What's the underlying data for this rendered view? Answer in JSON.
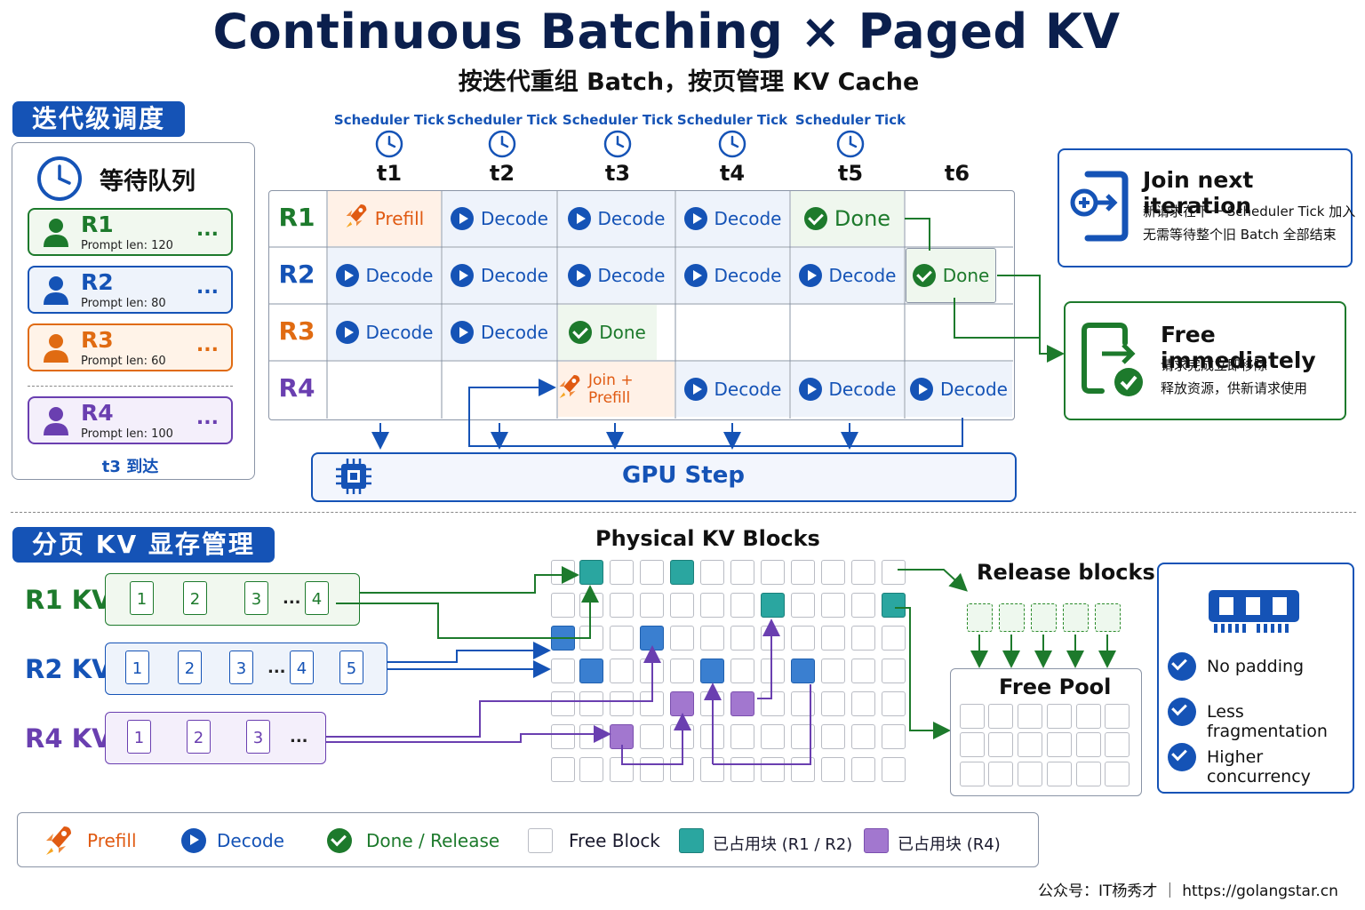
{
  "header": {
    "title": "Continuous Batching × Paged KV",
    "subtitle": "按迭代重组 Batch，按页管理 KV Cache"
  },
  "section1": {
    "label": "迭代级调度"
  },
  "section2": {
    "label": "分页 KV 显存管理"
  },
  "queue": {
    "title": "等待队列",
    "requests": [
      {
        "id": "R1",
        "prompt": "Prompt len: 120",
        "color": "#1d7a2c"
      },
      {
        "id": "R2",
        "prompt": "Prompt len: 80",
        "color": "#1553b6"
      },
      {
        "id": "R3",
        "prompt": "Prompt len: 60",
        "color": "#e06b12"
      },
      {
        "id": "R4",
        "prompt": "Prompt len: 100",
        "color": "#6a3fb0"
      }
    ],
    "arrival": "t3 到达",
    "dots": "..."
  },
  "ticks": {
    "label": "Scheduler Tick",
    "times": [
      "t1",
      "t2",
      "t3",
      "t4",
      "t5",
      "t6"
    ]
  },
  "grid": {
    "rows": [
      {
        "id": "R1",
        "color": "#1d7a2c"
      },
      {
        "id": "R2",
        "color": "#1553b6"
      },
      {
        "id": "R3",
        "color": "#e06b12"
      },
      {
        "id": "R4",
        "color": "#6a3fb0"
      }
    ],
    "cells": {
      "prefill": "Prefill",
      "decode": "Decode",
      "done": "Done",
      "join_prefill": "Join + Prefill"
    }
  },
  "gpu": {
    "label": "GPU Step"
  },
  "join_box": {
    "title": "Join next iteration",
    "line1": "新请求在下一 Scheduler Tick 加入",
    "line2": "无需等待整个旧 Batch 全部结束"
  },
  "free_box": {
    "title": "Free immediately",
    "line1": "请求完成立即移除",
    "line2": "释放资源，供新请求使用"
  },
  "kv": {
    "rows": [
      {
        "label": "R1 KV",
        "color": "#1d7a2c",
        "pages": [
          "1",
          "2",
          "3",
          "4"
        ],
        "ellipsis": "..."
      },
      {
        "label": "R2 KV",
        "color": "#1553b6",
        "pages": [
          "1",
          "2",
          "3",
          "4",
          "5"
        ],
        "ellipsis": "..."
      },
      {
        "label": "R4 KV",
        "color": "#6a3fb0",
        "pages": [
          "1",
          "2",
          "3"
        ],
        "ellipsis": "..."
      }
    ]
  },
  "physical": {
    "title": "Physical KV Blocks"
  },
  "release": {
    "title": "Release blocks"
  },
  "pool": {
    "title": "Free Pool"
  },
  "benefits": [
    "No padding",
    "Less fragmentation",
    "Higher concurrency"
  ],
  "legend": {
    "prefill": "Prefill",
    "decode": "Decode",
    "done": "Done / Release",
    "free": "Free Block",
    "teal": "已占用块 (R1 / R2)",
    "purple": "已占用块 (R4)"
  },
  "footer": {
    "text": "公众号：IT杨秀才 ｜ https://golangstar.cn"
  },
  "colors": {
    "primary": "#1553b6",
    "green": "#1d7a2c",
    "orange": "#e06b12",
    "purple": "#6a3fb0",
    "teal": "#2aa6a0"
  }
}
